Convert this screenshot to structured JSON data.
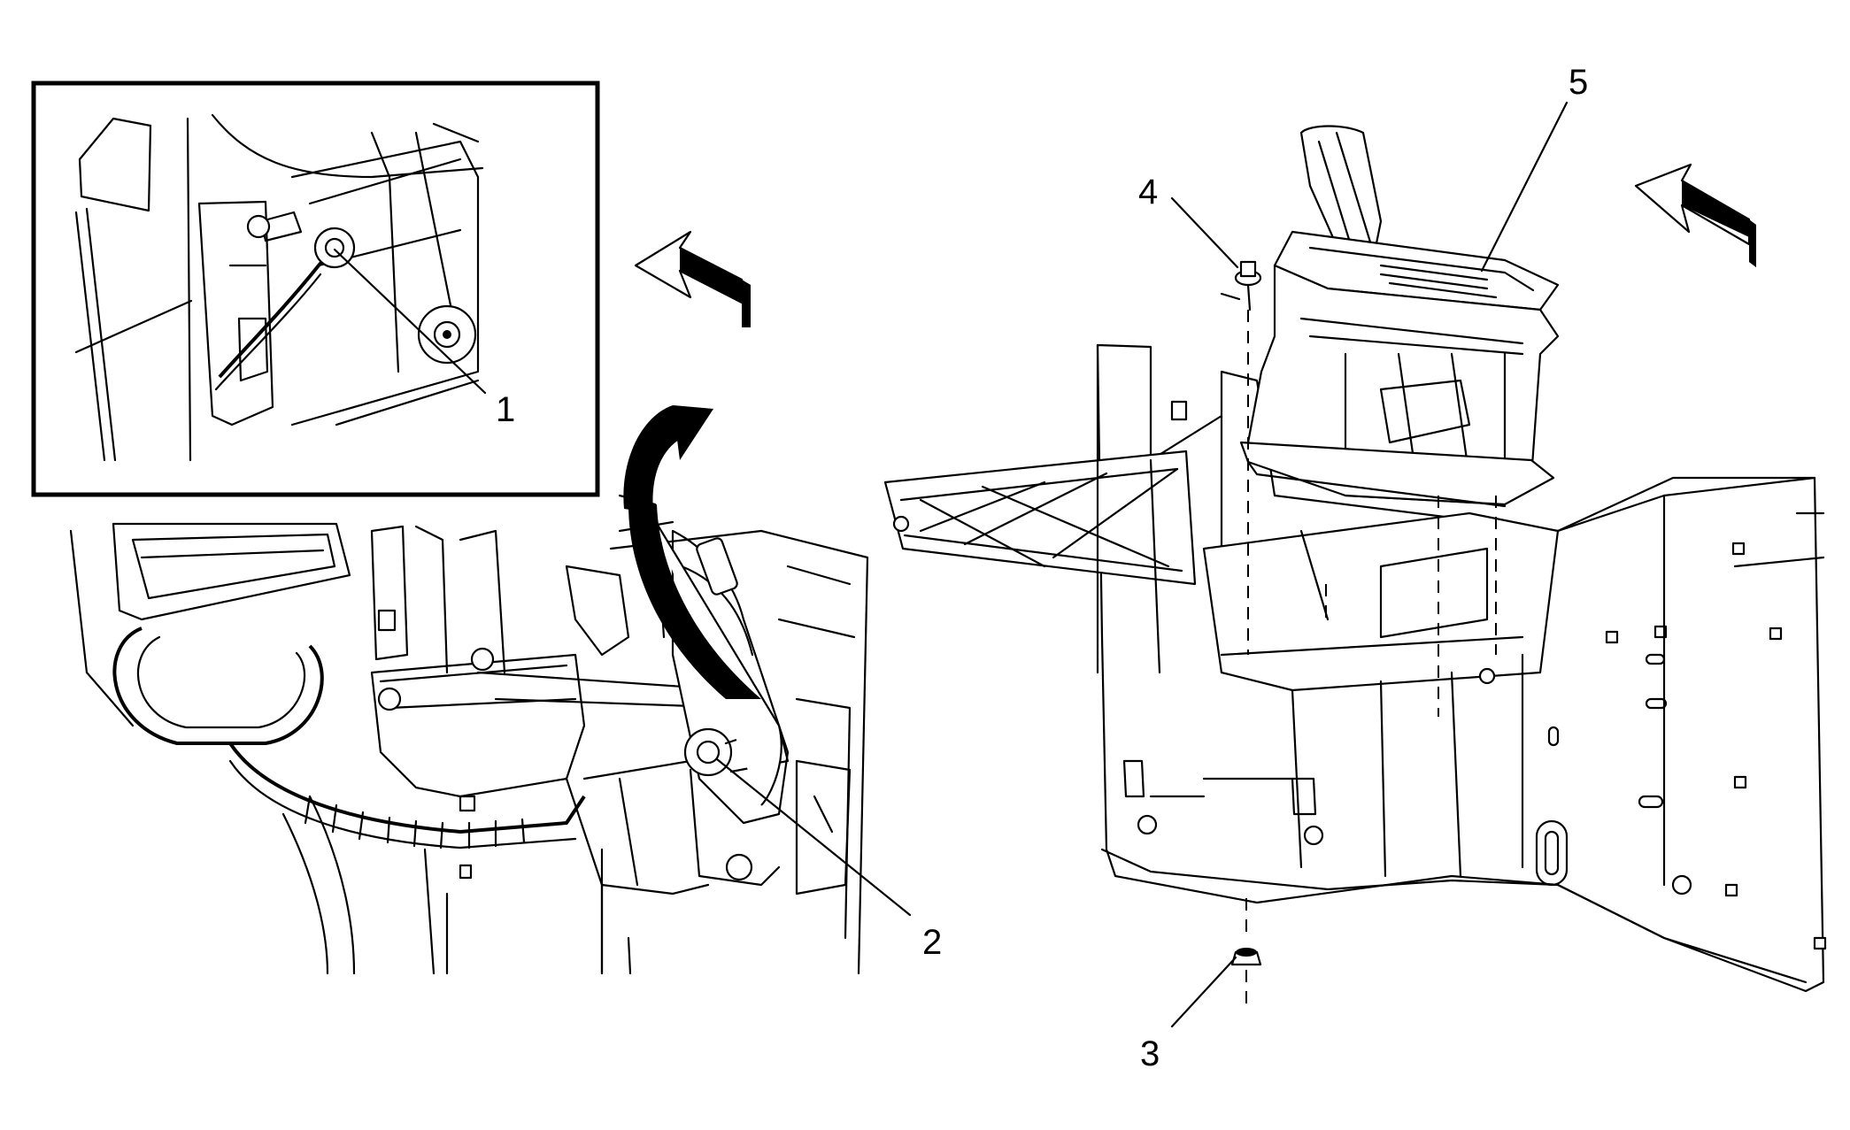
{
  "callouts": [
    {
      "id": "1",
      "label": "1"
    },
    {
      "id": "2",
      "label": "2"
    },
    {
      "id": "3",
      "label": "3"
    },
    {
      "id": "4",
      "label": "4"
    },
    {
      "id": "5",
      "label": "5"
    }
  ],
  "icons": {
    "direction_arrow": "forward-direction-arrow-icon",
    "rotate_arrow": "rotate-upward-arrow-icon"
  },
  "colors": {
    "line": "#000000",
    "background": "#ffffff"
  }
}
